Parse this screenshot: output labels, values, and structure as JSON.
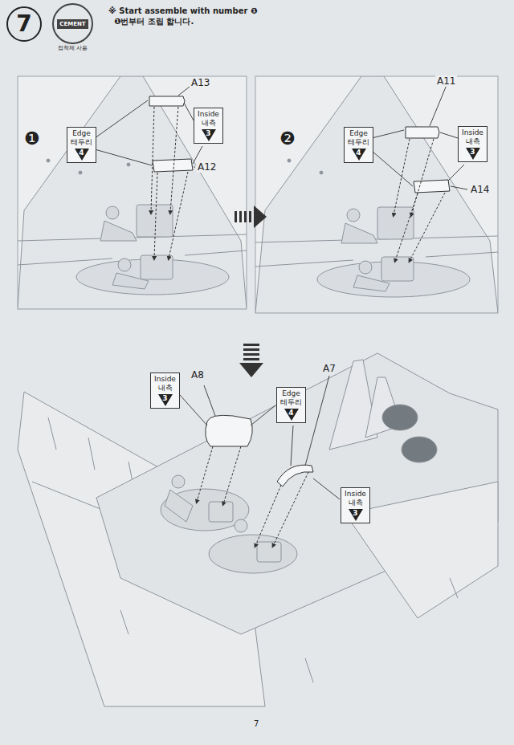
{
  "diagram": {
    "nodes": [
      {
        "text": [
          "7"
        ]
      },
      {
        "text": [
          "CEMENT",
          "접착제 사용"
        ]
      },
      {
        "text": [
          "Edge",
          "테두리",
          "4"
        ]
      },
      {
        "text": [
          "Inside",
          "내측",
          "3"
        ]
      },
      {
        "text": [
          "Edge",
          "테두리",
          "4"
        ]
      },
      {
        "text": [
          "Inside",
          "내측",
          "3"
        ]
      },
      {
        "text": [
          "Inside",
          "내측",
          "3"
        ]
      },
      {
        "text": [
          "Edge",
          "테두리",
          "4"
        ]
      },
      {
        "text": [
          "Inside",
          "내측",
          "3"
        ]
      }
    ],
    "labels": [
      "※ Start assemble with number ❶",
      "❶번부터 조립 합니다.",
      "A13",
      "❶",
      "A12",
      "A11",
      "❷",
      "A14",
      "A8",
      "A7",
      "7"
    ]
  }
}
